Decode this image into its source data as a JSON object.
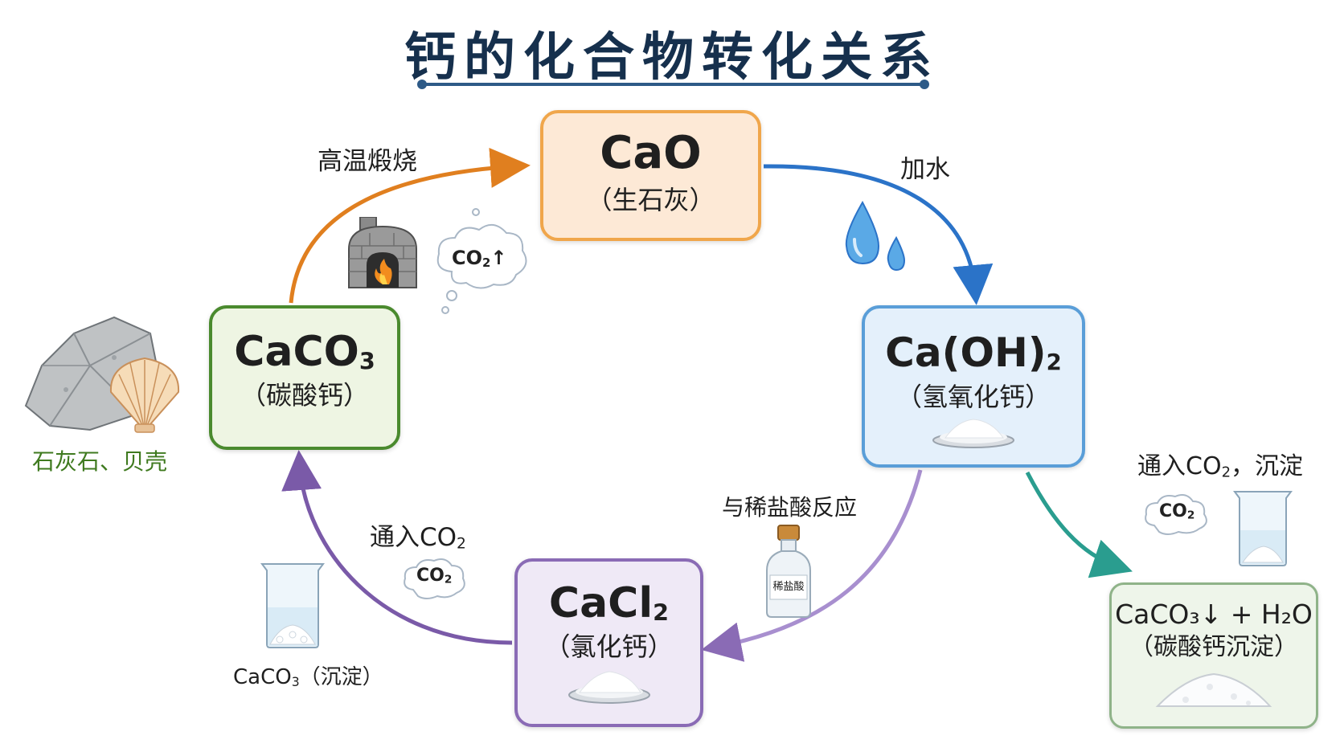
{
  "title": "钙的化合物转化关系",
  "compounds": {
    "cao": {
      "formula": "CaO",
      "name": "（生石灰）"
    },
    "caco3": {
      "formula_main": "CaCO",
      "formula_sub": "3",
      "name": "（碳酸钙）"
    },
    "caoh2": {
      "formula_main": "Ca(OH)",
      "formula_sub": "2",
      "name": "（氢氧化钙）"
    },
    "cacl2": {
      "formula_main": "CaCl",
      "formula_sub": "2",
      "name": "（氯化钙）"
    },
    "precip": {
      "formula": "CaCO₃↓ + H₂O",
      "name": "（碳酸钙沉淀）"
    }
  },
  "reactions": {
    "calcine": "高温煅烧",
    "add_water": "加水",
    "dilute_hcl": "与稀盐酸反应",
    "pass_co2_main": "通入CO",
    "pass_co2_sub": "2",
    "pass_co2_precip_main": "通入CO",
    "pass_co2_precip_sub": "2",
    "pass_co2_precip_tail": "，沉淀"
  },
  "labels": {
    "limestone_shell": "石灰石、贝壳",
    "caco3_precip_main": "CaCO",
    "caco3_precip_sub": "3",
    "caco3_precip_tail": "（沉淀）",
    "bottle": "稀盐酸",
    "co2_gas_main": "CO",
    "co2_gas_sub": "2",
    "co2_gas_tail": "↑",
    "co2_cloud_main": "CO",
    "co2_cloud_sub": "2",
    "co2_cloud2_main": "CO",
    "co2_cloud2_sub": "2"
  },
  "colors": {
    "title": "#16304d",
    "calcine_arrow": "#e07f1f",
    "water_arrow": "#2b73c8",
    "hcl_arrow": "#8a6bb5",
    "co2_arrow": "#7a5aa8",
    "precip_arrow": "#2a9d8f",
    "cao_border": "#f0a64b",
    "caco3_border": "#4a8a2e",
    "caoh2_border": "#5a9ed8",
    "cacl2_border": "#8a6bb5",
    "limestone_label": "#3f7a1f"
  },
  "icons": [
    "kiln-icon",
    "flame-icon",
    "water-drop-icon",
    "limestone-rock-icon",
    "seashell-icon",
    "beaker-icon",
    "acid-bottle-icon",
    "co2-cloud-icon",
    "powder-dish-icon",
    "powder-pile-icon"
  ]
}
